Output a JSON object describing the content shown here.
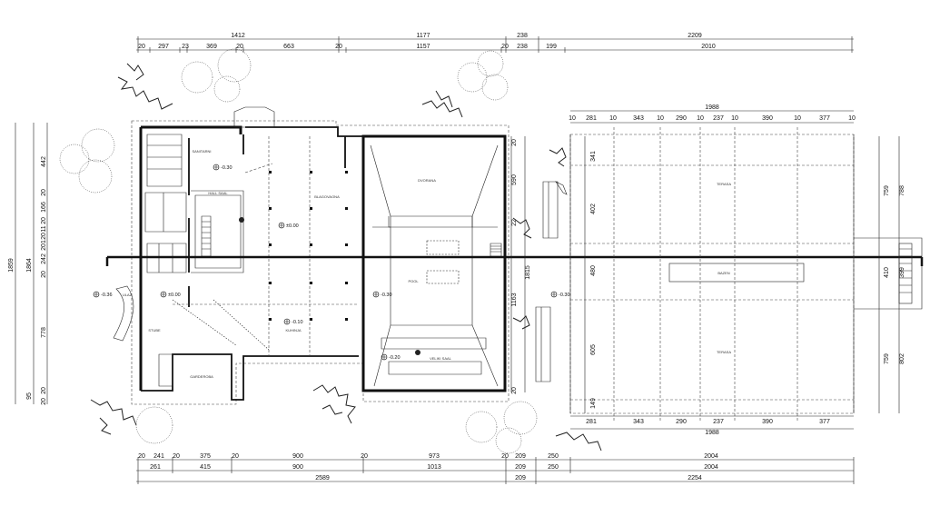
{
  "dimensions": {
    "top_row1": [
      "1412",
      "1177",
      "238",
      "2209"
    ],
    "top_row2": [
      "20",
      "297",
      "23",
      "369",
      "20",
      "663",
      "20",
      "1157",
      "20",
      "238",
      "199",
      "2010"
    ],
    "top_terrace1": "1988",
    "top_terrace2": [
      "10",
      "281",
      "10",
      "343",
      "10",
      "290",
      "10",
      "237",
      "10",
      "390",
      "10",
      "377",
      "10"
    ],
    "bottom_terrace1": [
      "281",
      "343",
      "290",
      "237",
      "390",
      "377"
    ],
    "bottom_terrace2": "1988",
    "bottom_row1": [
      "20",
      "241",
      "20",
      "375",
      "20",
      "900",
      "20",
      "973",
      "20",
      "209",
      "250",
      "2004"
    ],
    "bottom_row2": [
      "261",
      "415",
      "900",
      "1013",
      "209",
      "250",
      "2004"
    ],
    "bottom_row3": [
      "2589",
      "209",
      "2254"
    ],
    "left_outer": "1859",
    "left_mid": "1864",
    "left_inner": [
      "442",
      "20",
      "166",
      "20",
      "11",
      "20",
      "201",
      "242",
      "20",
      "778",
      "95",
      "20",
      "20"
    ],
    "mid_vertical": [
      "20",
      "590",
      "22",
      "1815",
      "1163",
      "20"
    ],
    "terrace_vertical": [
      "341",
      "402",
      "480",
      "605",
      "149"
    ],
    "right_vertical": [
      "759",
      "788",
      "410",
      "399",
      "759",
      "802"
    ]
  },
  "levels": [
    "-0.30",
    "±0.00",
    "-0.36",
    "±0.00",
    "-0.30",
    "-0.10",
    "-0.20",
    "-0.30"
  ],
  "rooms": {
    "wc": "SANITARNI",
    "hall": "HALL SAAL",
    "dining": "BLAGOVAONA",
    "main_hall": "DVORANA",
    "pool": "POOL",
    "kitchen": "KUHINJA",
    "wardrobe": "GARDEROBA",
    "stage": "VELIKI SAAL",
    "stair": "STUBE",
    "terrace_top": "TERASA",
    "terrace_bottom": "TERASA",
    "basin": "BAZEN",
    "entrance": "ULAZ"
  }
}
